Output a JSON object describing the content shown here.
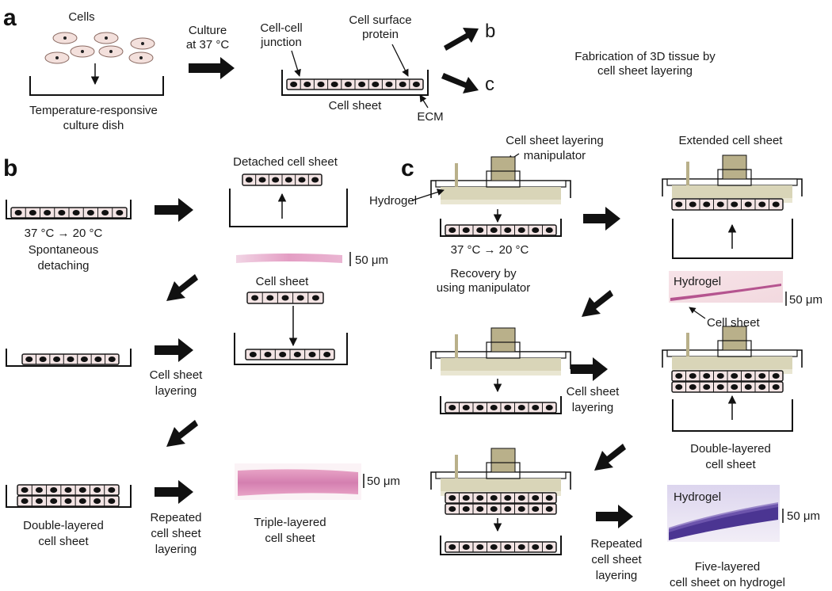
{
  "panels": {
    "a": {
      "label": "a",
      "cells": "Cells",
      "culture": [
        "Culture",
        "at 37 °C"
      ],
      "dish": [
        "Temperature-responsive",
        "culture dish"
      ],
      "junction": [
        "Cell-cell",
        "junction"
      ],
      "surface_protein": [
        "Cell surface",
        "protein"
      ],
      "cell_sheet": "Cell sheet",
      "ecm": "ECM",
      "to_b": "b",
      "to_c": "c",
      "fabrication": [
        "Fabrication of 3D tissue by",
        "cell sheet layering"
      ]
    },
    "b": {
      "label": "b",
      "temp": "37 °C → 20 °C",
      "detaching": [
        "Spontaneous",
        "detaching"
      ],
      "detached": "Detached cell sheet",
      "scale1": "50 μm",
      "cell_sheet": "Cell sheet",
      "layering": [
        "Cell sheet",
        "layering"
      ],
      "double": [
        "Double-layered",
        "cell sheet"
      ],
      "repeated": [
        "Repeated",
        "cell sheet",
        "layering"
      ],
      "scale2": "50 μm",
      "triple": [
        "Triple-layered",
        "cell sheet"
      ]
    },
    "c": {
      "label": "c",
      "manipulator": [
        "Cell sheet layering",
        "manipulator"
      ],
      "hydrogel": "Hydrogel",
      "temp": "37 °C → 20 °C",
      "recovery": [
        "Recovery by",
        "using manipulator"
      ],
      "extended": "Extended cell sheet",
      "micro1_hydrogel": "Hydrogel",
      "micro1_scale": "50 μm",
      "micro1_sheet": "Cell sheet",
      "layering": [
        "Cell sheet",
        "layering"
      ],
      "double": [
        "Double-layered",
        "cell sheet"
      ],
      "repeated": [
        "Repeated",
        "cell sheet",
        "layering"
      ],
      "micro2_hydrogel": "Hydrogel",
      "micro2_scale": "50 μm",
      "five": [
        "Five-layered",
        "cell sheet on hydrogel"
      ]
    }
  },
  "colors": {
    "hydrogel": "#d9d5b8",
    "hydrogel_dark": "#b9b08a",
    "cell_fill": "#f3e4e4",
    "cell_edge": "#1a1a1a",
    "stain_pink": "#e6a6c8",
    "stain_purple": "#5a3f9a"
  }
}
